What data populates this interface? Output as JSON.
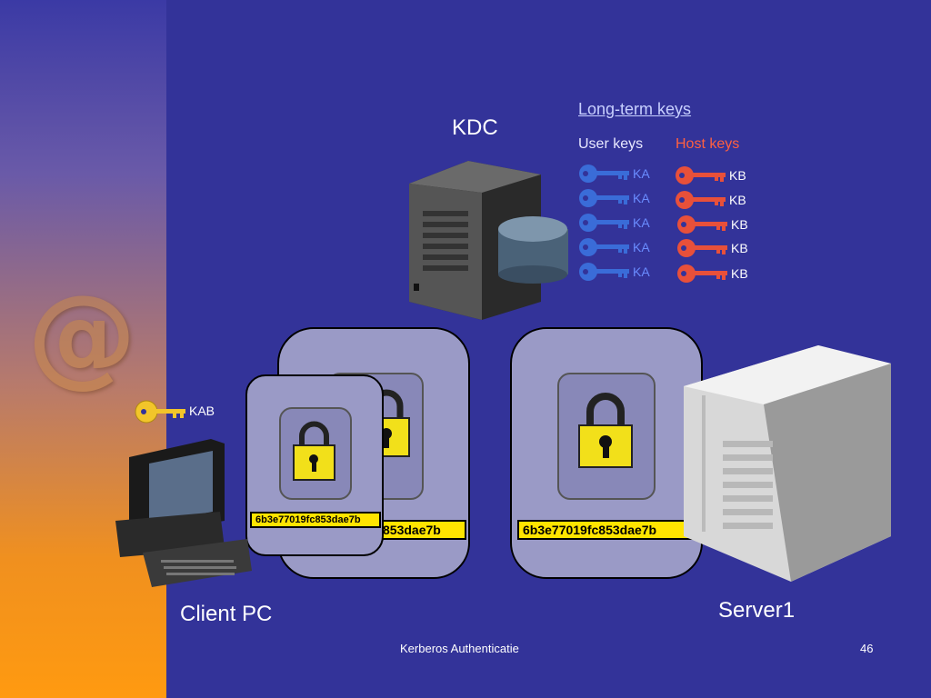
{
  "slide": {
    "kdc_label": "KDC",
    "client_label": "Client PC",
    "server_label": "Server1",
    "long_term_keys": "Long-term keys",
    "user_keys": "User keys",
    "host_keys": "Host keys",
    "user_key_labels": [
      "KA",
      "KA",
      "KA",
      "KA",
      "KA"
    ],
    "host_key_labels": [
      "KB",
      "KB",
      "KB",
      "KB",
      "KB"
    ],
    "session_key_label": "KAB",
    "ticket_hex_front": "6b3e77019fc853dae7b",
    "ticket_hex_back": "853dae7b",
    "ticket_hex_server": "6b3e77019fc853dae7b",
    "footer_title": "Kerberos Authenticatie",
    "page_number": "46"
  },
  "colors": {
    "background": "#333399",
    "user_key": "#3a6cd8",
    "host_key": "#e8503a",
    "session_key": "#f2c52a",
    "ticket_hex_bg": "#ffe400"
  }
}
